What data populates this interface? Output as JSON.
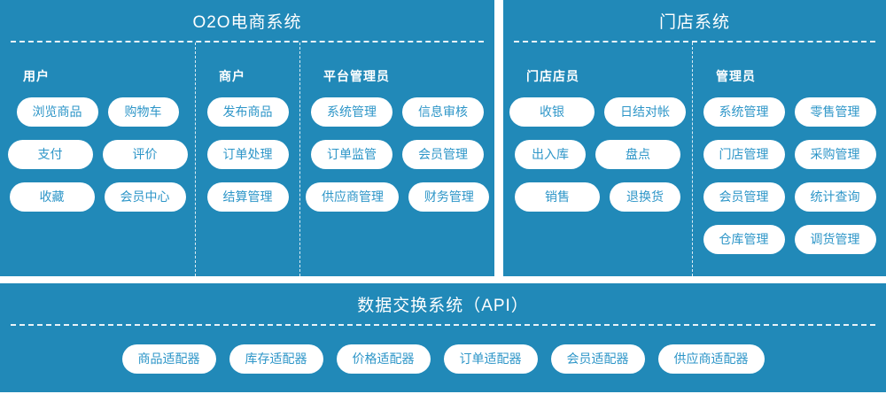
{
  "colors": {
    "panel_background": "#2189b8",
    "pill_background": "#ffffff",
    "pill_text": "#2e96c8",
    "title_text": "#ffffff",
    "separator": "#ffffff"
  },
  "panels": {
    "o2o": {
      "title": "O2O电商系统",
      "columns": [
        {
          "label": "用户",
          "pills": [
            [
              "浏览商品",
              "购物车"
            ],
            [
              "支付",
              "评价"
            ],
            [
              "收藏",
              "会员中心"
            ]
          ]
        },
        {
          "label": "商户",
          "pills": [
            [
              "发布商品"
            ],
            [
              "订单处理"
            ],
            [
              "结算管理"
            ]
          ]
        },
        {
          "label": "平台管理员",
          "pills": [
            [
              "系统管理",
              "信息审核"
            ],
            [
              "订单监管",
              "会员管理"
            ],
            [
              "供应商管理",
              "财务管理"
            ]
          ]
        }
      ]
    },
    "store": {
      "title": "门店系统",
      "columns": [
        {
          "label": "门店店员",
          "pills": [
            [
              "收银",
              "日结对帐"
            ],
            [
              "出入库",
              "盘点"
            ],
            [
              "销售",
              "退换货"
            ]
          ]
        },
        {
          "label": "管理员",
          "pills": [
            [
              "系统管理",
              "零售管理"
            ],
            [
              "门店管理",
              "采购管理"
            ],
            [
              "会员管理",
              "统计查询"
            ],
            [
              "仓库管理",
              "调货管理"
            ]
          ]
        }
      ]
    },
    "api": {
      "title": "数据交换系统（API）",
      "pills": [
        "商品适配器",
        "库存适配器",
        "价格适配器",
        "订单适配器",
        "会员适配器",
        "供应商适配器"
      ]
    }
  }
}
